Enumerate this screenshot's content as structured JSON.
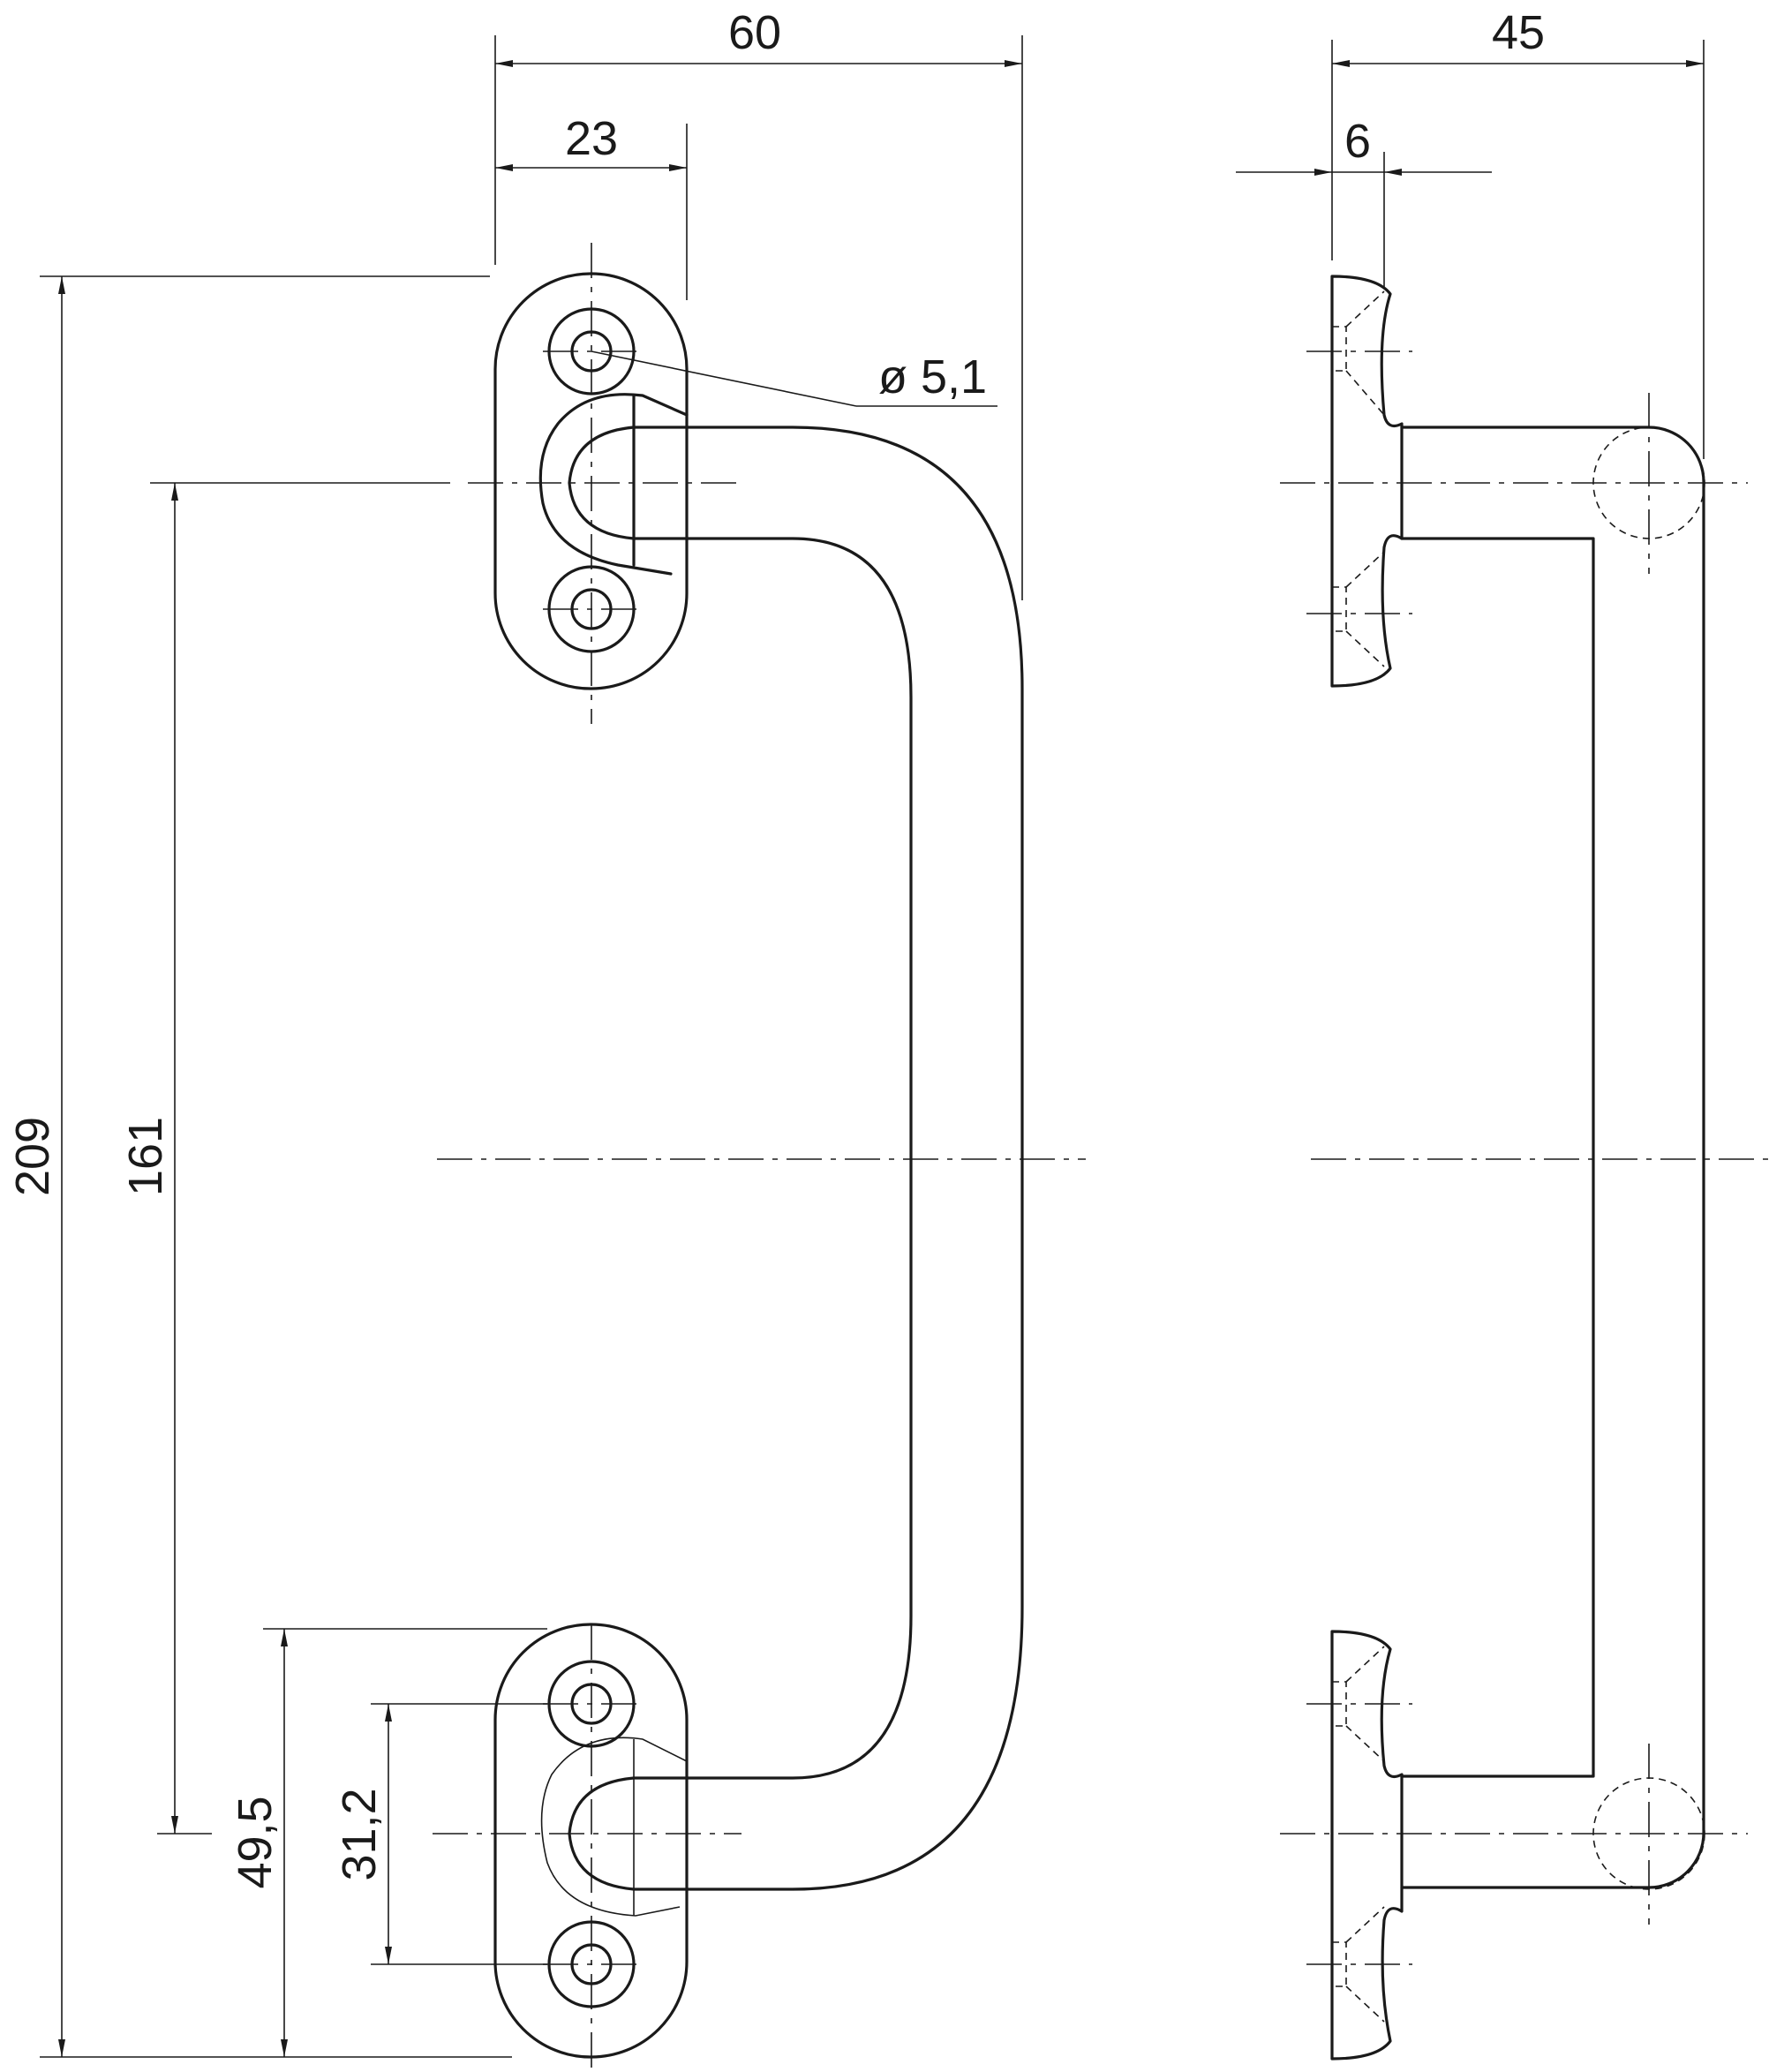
{
  "drawing": {
    "front_view": {
      "dim_overall_width": "60",
      "dim_base_width": "23",
      "dim_hole_diameter": "ø 5,1",
      "dim_overall_height": "209",
      "dim_center_distance": "161",
      "dim_base_length": "49,5",
      "dim_hole_spacing": "31,2"
    },
    "side_view": {
      "dim_projection": "45",
      "dim_base_thickness": "6"
    }
  }
}
